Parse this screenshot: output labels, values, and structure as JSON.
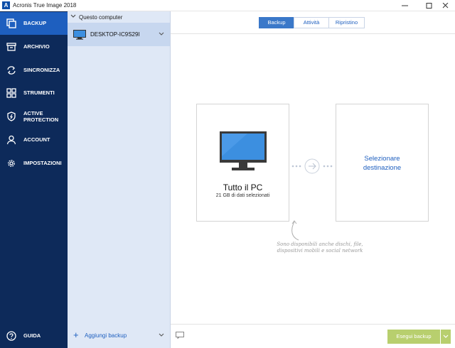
{
  "window": {
    "title": "Acronis True Image 2018",
    "app_icon_letter": "A"
  },
  "sidebar": {
    "items": [
      {
        "label": "BACKUP",
        "icon": "backup-icon",
        "active": true
      },
      {
        "label": "ARCHIVIO",
        "icon": "archive-icon"
      },
      {
        "label": "SINCRONIZZA",
        "icon": "sync-icon"
      },
      {
        "label": "STRUMENTI",
        "icon": "tools-icon"
      },
      {
        "label": "ACTIVE PROTECTION",
        "icon": "shield-icon"
      },
      {
        "label": "ACCOUNT",
        "icon": "user-icon"
      },
      {
        "label": "IMPOSTAZIONI",
        "icon": "gear-icon"
      }
    ],
    "help": {
      "label": "GUIDA",
      "icon": "help-icon"
    }
  },
  "list": {
    "header": "Questo computer",
    "device": "DESKTOP-IC9S29I",
    "add_backup": "Aggiungi backup"
  },
  "tabs": [
    {
      "label": "Backup",
      "active": true
    },
    {
      "label": "Attività"
    },
    {
      "label": "Ripristino"
    }
  ],
  "source": {
    "title": "Tutto il PC",
    "subtitle": "21 GB di dati selezionati"
  },
  "destination": {
    "label_line1": "Selezionare",
    "label_line2": "destinazione"
  },
  "hint": {
    "line1": "Sono disponibili anche dischi, file,",
    "line2": "dispositivi mobili e social network"
  },
  "footer": {
    "run_button": "Esegui backup"
  },
  "colors": {
    "sidebar_bg": "#0d2a5a",
    "sidebar_active": "#1e5fbf",
    "accent": "#1e5fbf",
    "run_button": "#b8cf6e",
    "monitor_screen": "#3c8fe0"
  }
}
